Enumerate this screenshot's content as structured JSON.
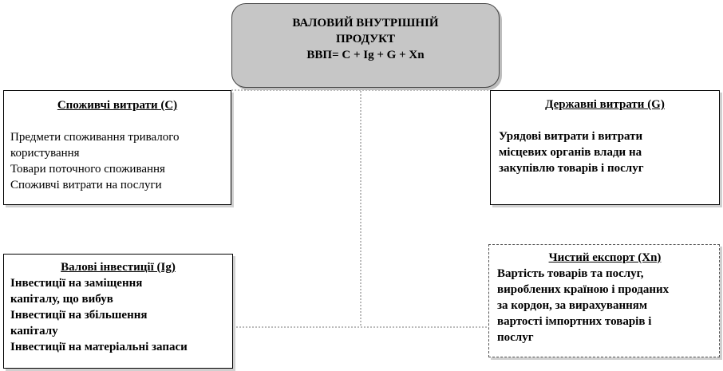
{
  "root": {
    "line1": "ВАЛОВИЙ ВНУТРІШНІЙ",
    "line2": "ПРОДУКТ",
    "formula": "ВВП= C + Ig + G + Xn"
  },
  "consumer": {
    "title": "Споживчі витрати (C)",
    "items": [
      "Предмети споживання тривалого",
      "користування",
      "Товари поточного споживання",
      "Споживчі витрати на послуги"
    ]
  },
  "government": {
    "title": "Державні витрати (G)",
    "items": [
      "Урядові витрати і витрати",
      "місцевих органів влади на",
      "закупівлю товарів і послуг"
    ]
  },
  "investment": {
    "title": "Валові інвестиції (Ig)",
    "items": [
      "Інвестиції на заміщення",
      "капіталу,  що вибув",
      "Інвестиції на збільшення",
      "капіталу",
      "Інвестиції на матеріальні  запаси"
    ]
  },
  "export": {
    "title": "Чистий експорт (Xn)",
    "items": [
      "Вартість товарів та послуг,",
      "вироблених країною і проданих",
      "за кордон, за вирахуванням",
      "вартості імпортних товарів і",
      "послуг"
    ]
  }
}
